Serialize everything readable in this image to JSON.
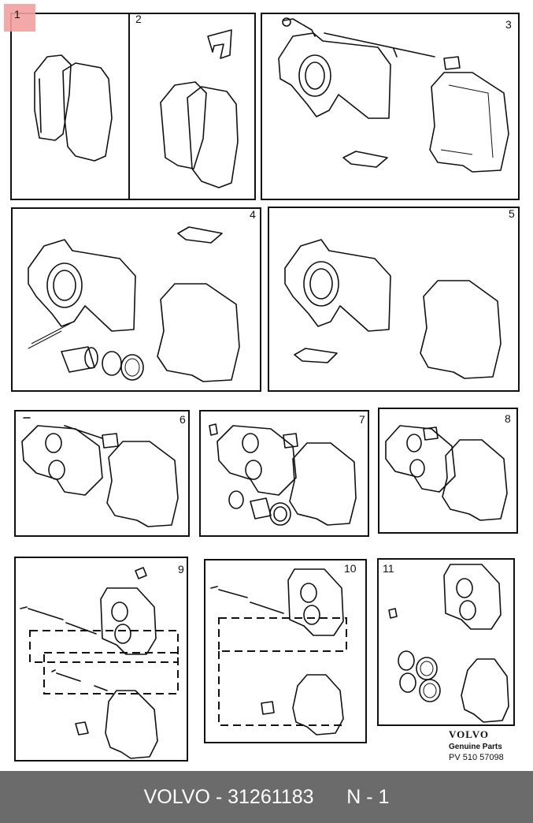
{
  "panels": [
    "1",
    "2",
    "3",
    "4",
    "5",
    "6",
    "7",
    "8",
    "9",
    "10",
    "11"
  ],
  "brand": {
    "logo": "VOLVO",
    "subtitle": "Genuine Parts",
    "code": "PV 510 57098"
  },
  "footer": {
    "brand": "VOLVO",
    "separator": " - ",
    "part_number": "31261183",
    "quantity": "N - 1"
  },
  "icons": {
    "brake_pad": "brake-pad-icon",
    "caliper": "caliper-icon",
    "bracket": "caliper-bracket-icon",
    "guide_pin": "guide-pin-icon",
    "seal_ring": "seal-ring-icon",
    "piston": "piston-icon",
    "spring_clip": "spring-clip-icon"
  },
  "colors": {
    "highlight": "#f3a0a0",
    "footer_bg": "#6b6b6b",
    "footer_text": "#ffffff"
  }
}
